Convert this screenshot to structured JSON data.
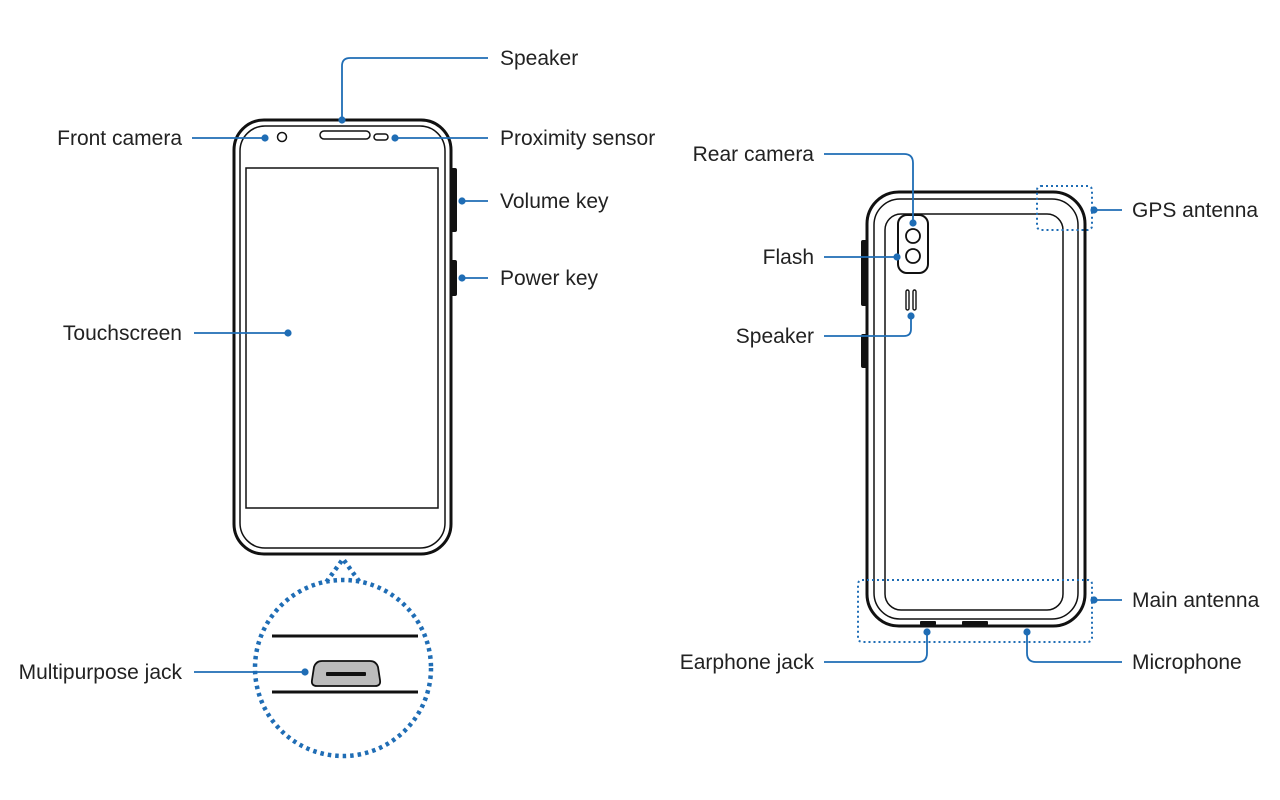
{
  "colors": {
    "accent": "#1f6db5",
    "line": "#111111",
    "text": "#222222"
  },
  "front": {
    "speaker": "Speaker",
    "front_camera": "Front camera",
    "proximity_sensor": "Proximity sensor",
    "volume_key": "Volume key",
    "power_key": "Power key",
    "touchscreen": "Touchscreen",
    "multipurpose_jack": "Multipurpose jack"
  },
  "back": {
    "rear_camera": "Rear camera",
    "gps_antenna": "GPS antenna",
    "flash": "Flash",
    "speaker": "Speaker",
    "main_antenna": "Main antenna",
    "earphone_jack": "Earphone jack",
    "microphone": "Microphone"
  }
}
